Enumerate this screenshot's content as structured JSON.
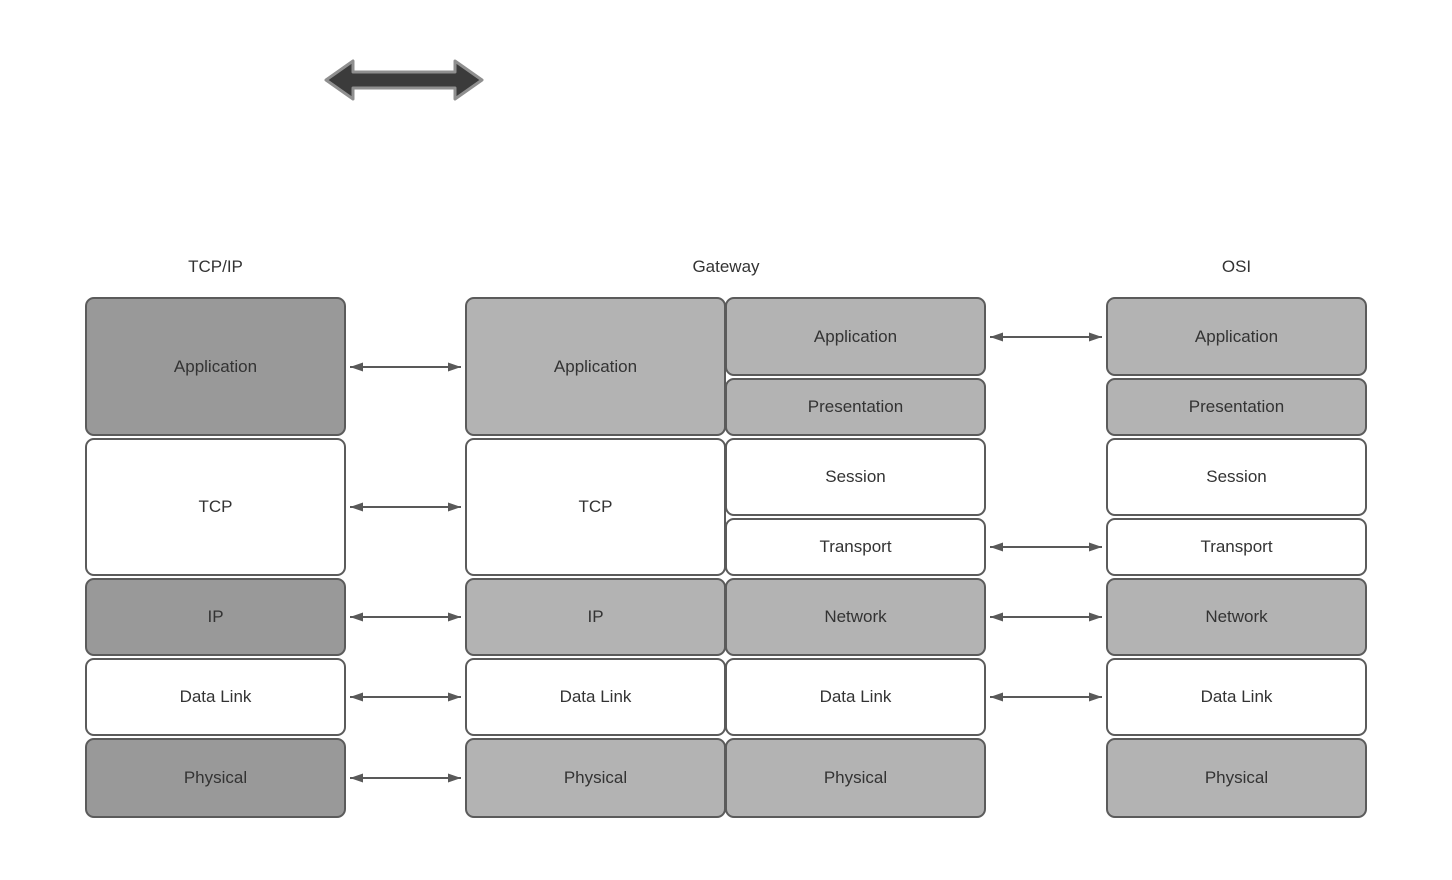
{
  "palette": {
    "background": "#ffffff",
    "box_border": "#5b5b5b",
    "dark_gray_fill": "#999999",
    "light_gray_fill": "#b3b3b3",
    "white_fill": "#ffffff",
    "text": "#333333",
    "arrow": "#595959",
    "thick_arrow_fill": "#3b3b3b",
    "thick_arrow_outline": "#8f8f8f"
  },
  "stacks": {
    "tcpip": {
      "title": "TCP/IP",
      "layers": [
        {
          "label": "Application",
          "shade": "dark"
        },
        {
          "label": "TCP",
          "shade": "white"
        },
        {
          "label": "IP",
          "shade": "dark"
        },
        {
          "label": "Data Link",
          "shade": "white"
        },
        {
          "label": "Physical",
          "shade": "dark"
        }
      ]
    },
    "gateway": {
      "title": "Gateway",
      "left_layers": [
        {
          "label": "Application",
          "shade": "light"
        },
        {
          "label": "TCP",
          "shade": "white"
        },
        {
          "label": "IP",
          "shade": "light"
        },
        {
          "label": "Data Link",
          "shade": "white"
        },
        {
          "label": "Physical",
          "shade": "light"
        }
      ],
      "right_layers": [
        {
          "label": "Application",
          "shade": "light"
        },
        {
          "label": "Presentation",
          "shade": "light"
        },
        {
          "label": "Session",
          "shade": "white"
        },
        {
          "label": "Transport",
          "shade": "white"
        },
        {
          "label": "Network",
          "shade": "light"
        },
        {
          "label": "Data Link",
          "shade": "white"
        },
        {
          "label": "Physical",
          "shade": "light"
        }
      ]
    },
    "osi": {
      "title": "OSI",
      "layers": [
        {
          "label": "Application",
          "shade": "light"
        },
        {
          "label": "Presentation",
          "shade": "light"
        },
        {
          "label": "Session",
          "shade": "white"
        },
        {
          "label": "Transport",
          "shade": "white"
        },
        {
          "label": "Network",
          "shade": "light"
        },
        {
          "label": "Data Link",
          "shade": "white"
        },
        {
          "label": "Physical",
          "shade": "light"
        }
      ]
    }
  },
  "connections": {
    "tcpip_to_gateway": [
      "Application",
      "TCP",
      "IP",
      "Data Link",
      "Physical"
    ],
    "gateway_to_osi": [
      "Application",
      "Transport",
      "Network",
      "Data Link"
    ]
  }
}
